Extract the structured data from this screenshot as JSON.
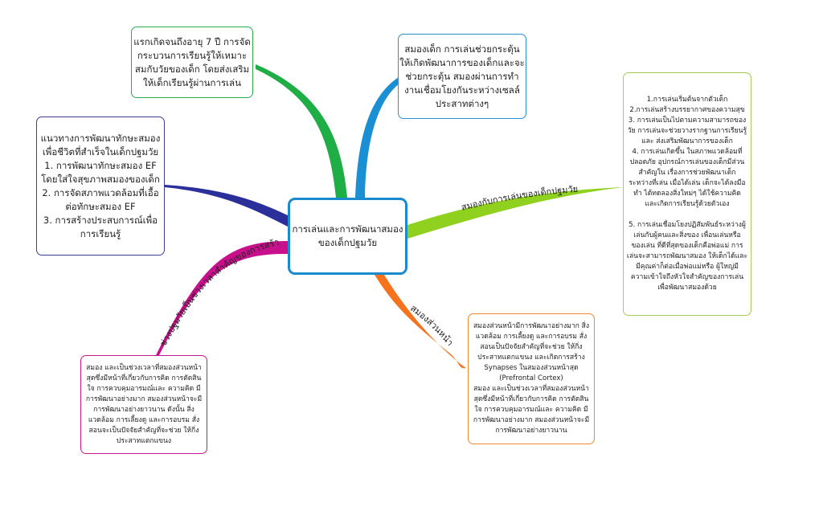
{
  "center": {
    "text": "การเล่นและการพัฒนาสมองของเด็กปฐมวัย"
  },
  "nodes": {
    "green": "แรกเกิดจนถึงอายุ 7 ปี การจัด\nกระบวนการเรียนรู้ให้เหมาะ\nสมกับวัยของเด็ก โดยส่งเสริม\nให้เด็กเรียนรู้ผ่านการเล่น",
    "blue": "สมองเด็ก การเล่นช่วยกระตุ้น\nให้เกิดพัฒนาการของเด็กและจะ\nช่วยกระตุ้น สมองผ่านการทำ\nงานเชื่อมโยงกันระหว่างเซลล์\nประสาทต่างๆ",
    "purple": "แนวทางการพัฒนาทักษะสมอง\nเพื่อชีวิตที่สำเร็จในเด็กปฐมวัย\n1. การพัฒนาทักษะสมอง EF\nโดยใส่ใจสุขภาพสมองของเด็ก\n2. การจัดสภาพแวดล้อมที่เอื้อ\nต่อทักษะสมอง EF\n3. การสร้างประสบการณ์เพื่อ\nการเรียนรู้",
    "lime": "1.การเล่นเริ่มต้นจากตัวเด็ก\n2.การเล่นสร้างบรรยากาศของความสุข\n3. การเล่นเป็นไปตามความสามารถของ\nวัย การเล่นจะช่วยวางรากฐานการเรียนรู้\nและ ส่งเสริมพัฒนาการของเด็ก\n4. การเล่นเกิดขึ้น ในสภาพแวดล้อมที่\nปลอดภัย อุปกรณ์การเล่นของเด็กมีส่วน\nสำคัญใน เรื่องการช่วยพัฒนาเด็ก\nระหว่างที่เล่น เมื่อได้เล่น เด็กจะได้ลงมือ\nทำ ได้ทดลองสิ่งใหม่ๆ ได้ใช้ความคิด\nและเกิดการเรียนรู้ด้วยตัวเอง\n\n5. การเล่นเชื่อมโยงปฏิสัมพันธ์ระหว่างผู้\nเล่นกับผู้คนและสิ่งของ เพื่อนเล่นหรือ\nของเล่น ที่ดีที่สุดของเด็กคือพ่อแม่ การ\nเล่นจะสามารถพัฒนาสมอง ให้เด็กได้และ\nมีคุณค่าก็ต่อเมื่อพ่อแม่หรือ ผู้ใหญ่มี\nความเข้าใจถึงหัวใจสำคัญของการเล่น\nเพื่อพัฒนาสมองด้วย",
    "orange": "สมองส่วนหน้ามีการพัฒนาอย่างมาก สิ่ง\nแวดล้อม การเลี้ยงดู และการอบรม สั่ง\nสอนเป็นปัจจัยสำคัญที่จะช่วย ให้กิ่ง\nประสาทแตกแขนง และเกิดการสร้าง\nSynapses ในสมองส่วนหน้าสุด\n(Prefrontal Cortex)\nสมอง และเป็นช่วงเวลาที่สมองส่วนหน้า\nสุดซึ่งมีหน้าที่เกี่ยวกับการคิด การตัดสิน\nใจ การควบคุมอารมณ์และ ความคิด มี\nการพัฒนาอย่างมาก สมองส่วนหน้าจะมี\nการพัฒนาอย่างยาวนาน",
    "magenta": "สมอง และเป็นช่วงเวลาที่สมองส่วนหน้า\nสุดซึ่งมีหน้าที่เกี่ยวกับการคิด การตัดสิน\nใจ การควบคุมอารมณ์และ ความคิด มี\nการพัฒนาอย่างมาก สมองส่วนหน้าจะมี\nการพัฒนาอย่างยาวนาน ดังนั้น สิ่ง\nแวดล้อม การเลี้ยงดู และการอบรม สั่ง\nสอนจะเป็นปัจจัยสำคัญที่จะช่วย ให้กิ่ง\nประสาทแตกแขนง"
  },
  "branch_labels": {
    "lime": "สมองกับการเล่นของเด็กปฐมวัย",
    "orange": "สมองส่วนหน้า",
    "magenta": "ช่วงปฐมวัยเป็นช่วงเวลาสำคัญของการสร้า"
  },
  "colors": {
    "green": "#1fae45",
    "blue": "#1b8fd3",
    "purple": "#2b2f9a",
    "lime": "#8fd11e",
    "orange": "#f5731c",
    "magenta": "#c8108c",
    "center": "#1a8ad0"
  }
}
